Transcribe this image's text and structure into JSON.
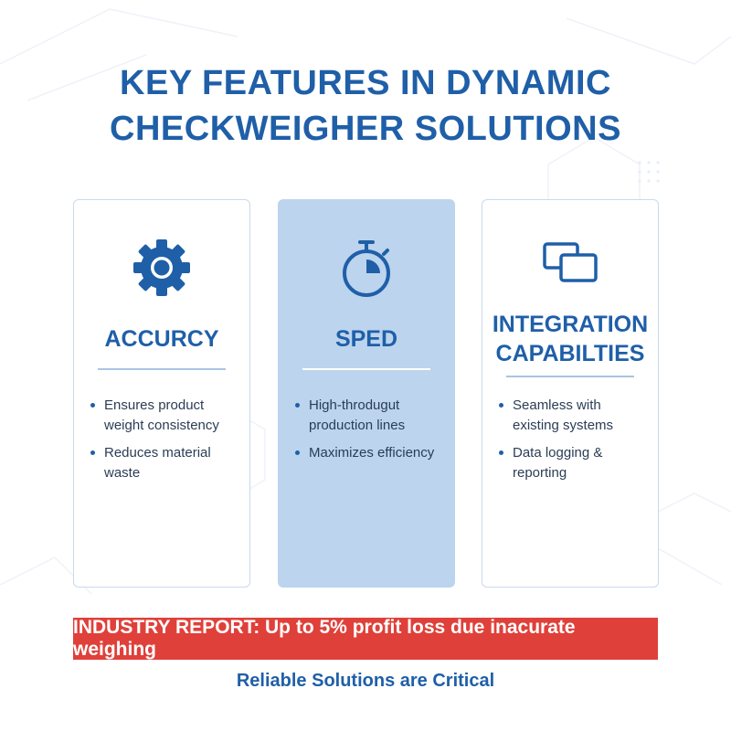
{
  "title": {
    "line1": "KEY FEATURES IN DYNAMIC",
    "line2": "CHECKWEIGHER SOLUTIONS"
  },
  "cards": [
    {
      "icon": "gear-icon",
      "heading": "ACCURCY",
      "bullets": [
        "Ensures product weight consistency",
        "Reduces material waste"
      ]
    },
    {
      "icon": "stopwatch-icon",
      "heading": "SPED",
      "bullets": [
        "High-throdugut production lines",
        "Maximizes efficiency"
      ]
    },
    {
      "icon": "integration-windows-icon",
      "heading_line1": "INTEGRATION",
      "heading_line2": "CAPABILTIES",
      "bullets": [
        "Seamless with existing systems",
        "Data logging & reporting"
      ]
    }
  ],
  "banner": "INDUSTRY REPORT: Up to 5% profit loss due inacurate weighing",
  "footer": "Reliable Solutions are Critical",
  "colors": {
    "primary": "#1f5fa8",
    "highlight_card": "#bcd4ee",
    "banner": "#e0403a"
  }
}
